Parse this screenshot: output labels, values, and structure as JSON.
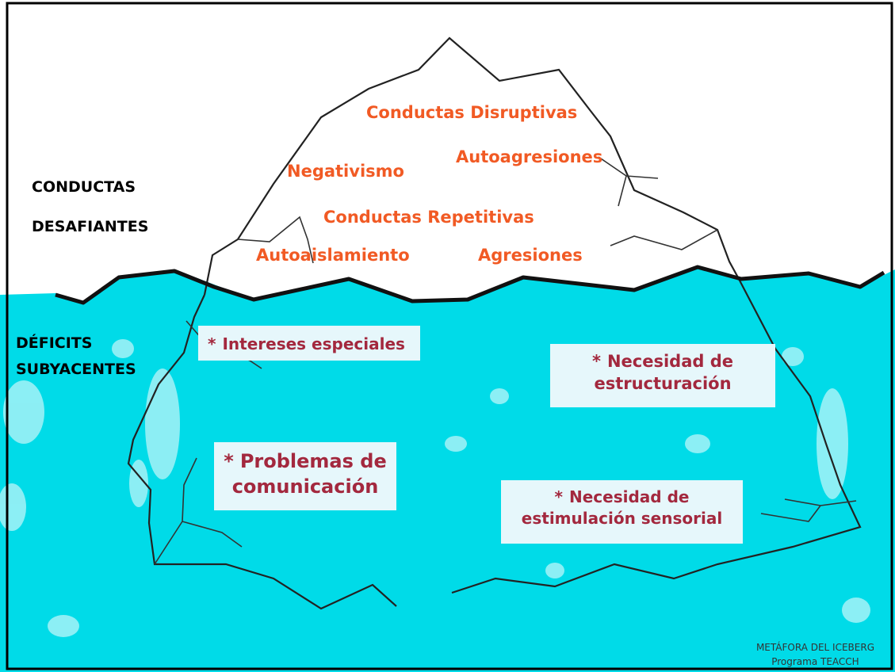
{
  "left_labels": {
    "challenging_line1": "CONDUCTAS",
    "challenging_line2": "DESAFIANTES",
    "deficits_line1": "DÉFICITS",
    "deficits_line2": "SUBYACENTES"
  },
  "above_water": {
    "disruptivas": "Conductas Disruptivas",
    "negativismo": "Negativismo",
    "autoagresiones": "Autoagresiones",
    "repetitivas": "Conductas Repetitivas",
    "autoaislamiento": "Autoaislamiento",
    "agresiones": "Agresiones"
  },
  "below_water": {
    "bullet": "*",
    "intereses": "Intereses especiales",
    "estructuracion_line1": "Necesidad de",
    "estructuracion_line2": "estructuración",
    "comunicacion_line1": "Problemas de",
    "comunicacion_line2": "comunicación",
    "sensorial_line1": "Necesidad de",
    "sensorial_line2": "estimulación sensorial"
  },
  "credit": {
    "line1": "METÁFORA DEL ICEBERG",
    "line2": "Programa TEACCH"
  },
  "colors": {
    "water": "#00dbe8",
    "above_text": "#f15a24",
    "below_text": "#a3283e",
    "label_box": "#e6f7fb"
  }
}
